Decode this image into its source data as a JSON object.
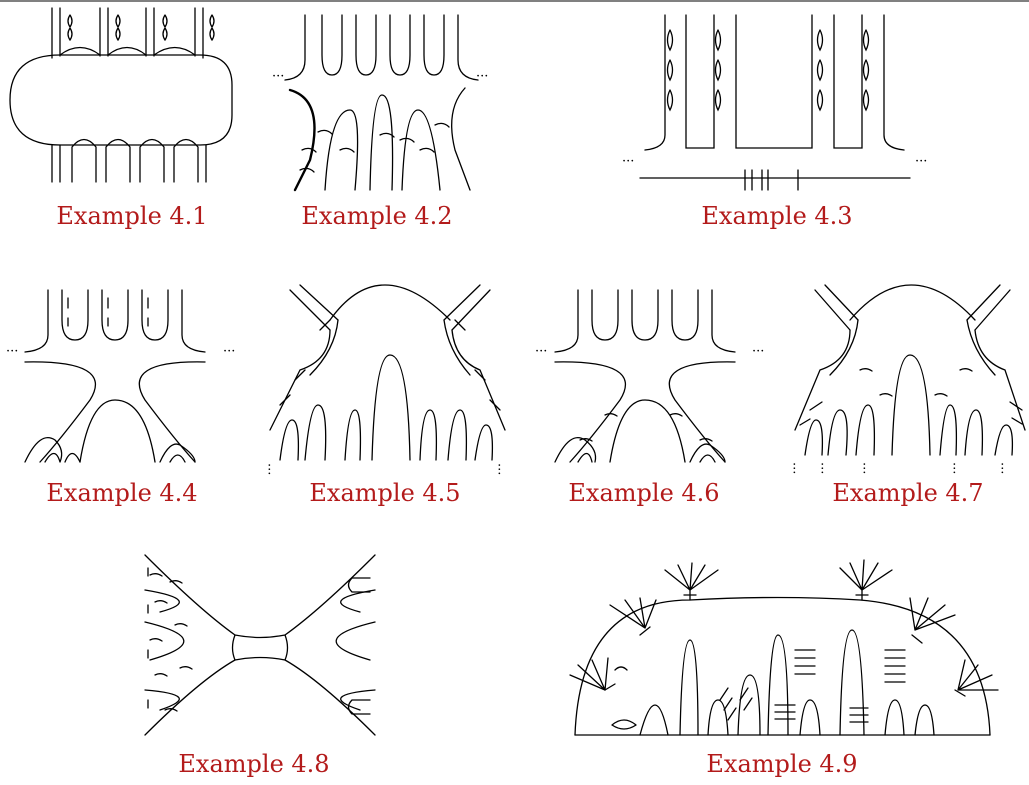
{
  "figure": {
    "panels": [
      {
        "id": "4.1",
        "caption": "Example 4.1"
      },
      {
        "id": "4.2",
        "caption": "Example 4.2"
      },
      {
        "id": "4.3",
        "caption": "Example 4.3"
      },
      {
        "id": "4.4",
        "caption": "Example 4.4"
      },
      {
        "id": "4.5",
        "caption": "Example 4.5"
      },
      {
        "id": "4.6",
        "caption": "Example 4.6"
      },
      {
        "id": "4.7",
        "caption": "Example 4.7"
      },
      {
        "id": "4.8",
        "caption": "Example 4.8"
      },
      {
        "id": "4.9",
        "caption": "Example 4.9"
      }
    ],
    "ellipsis": "···",
    "colors": {
      "caption": "#b31b1b",
      "stroke": "#000000",
      "background": "#ffffff"
    }
  }
}
